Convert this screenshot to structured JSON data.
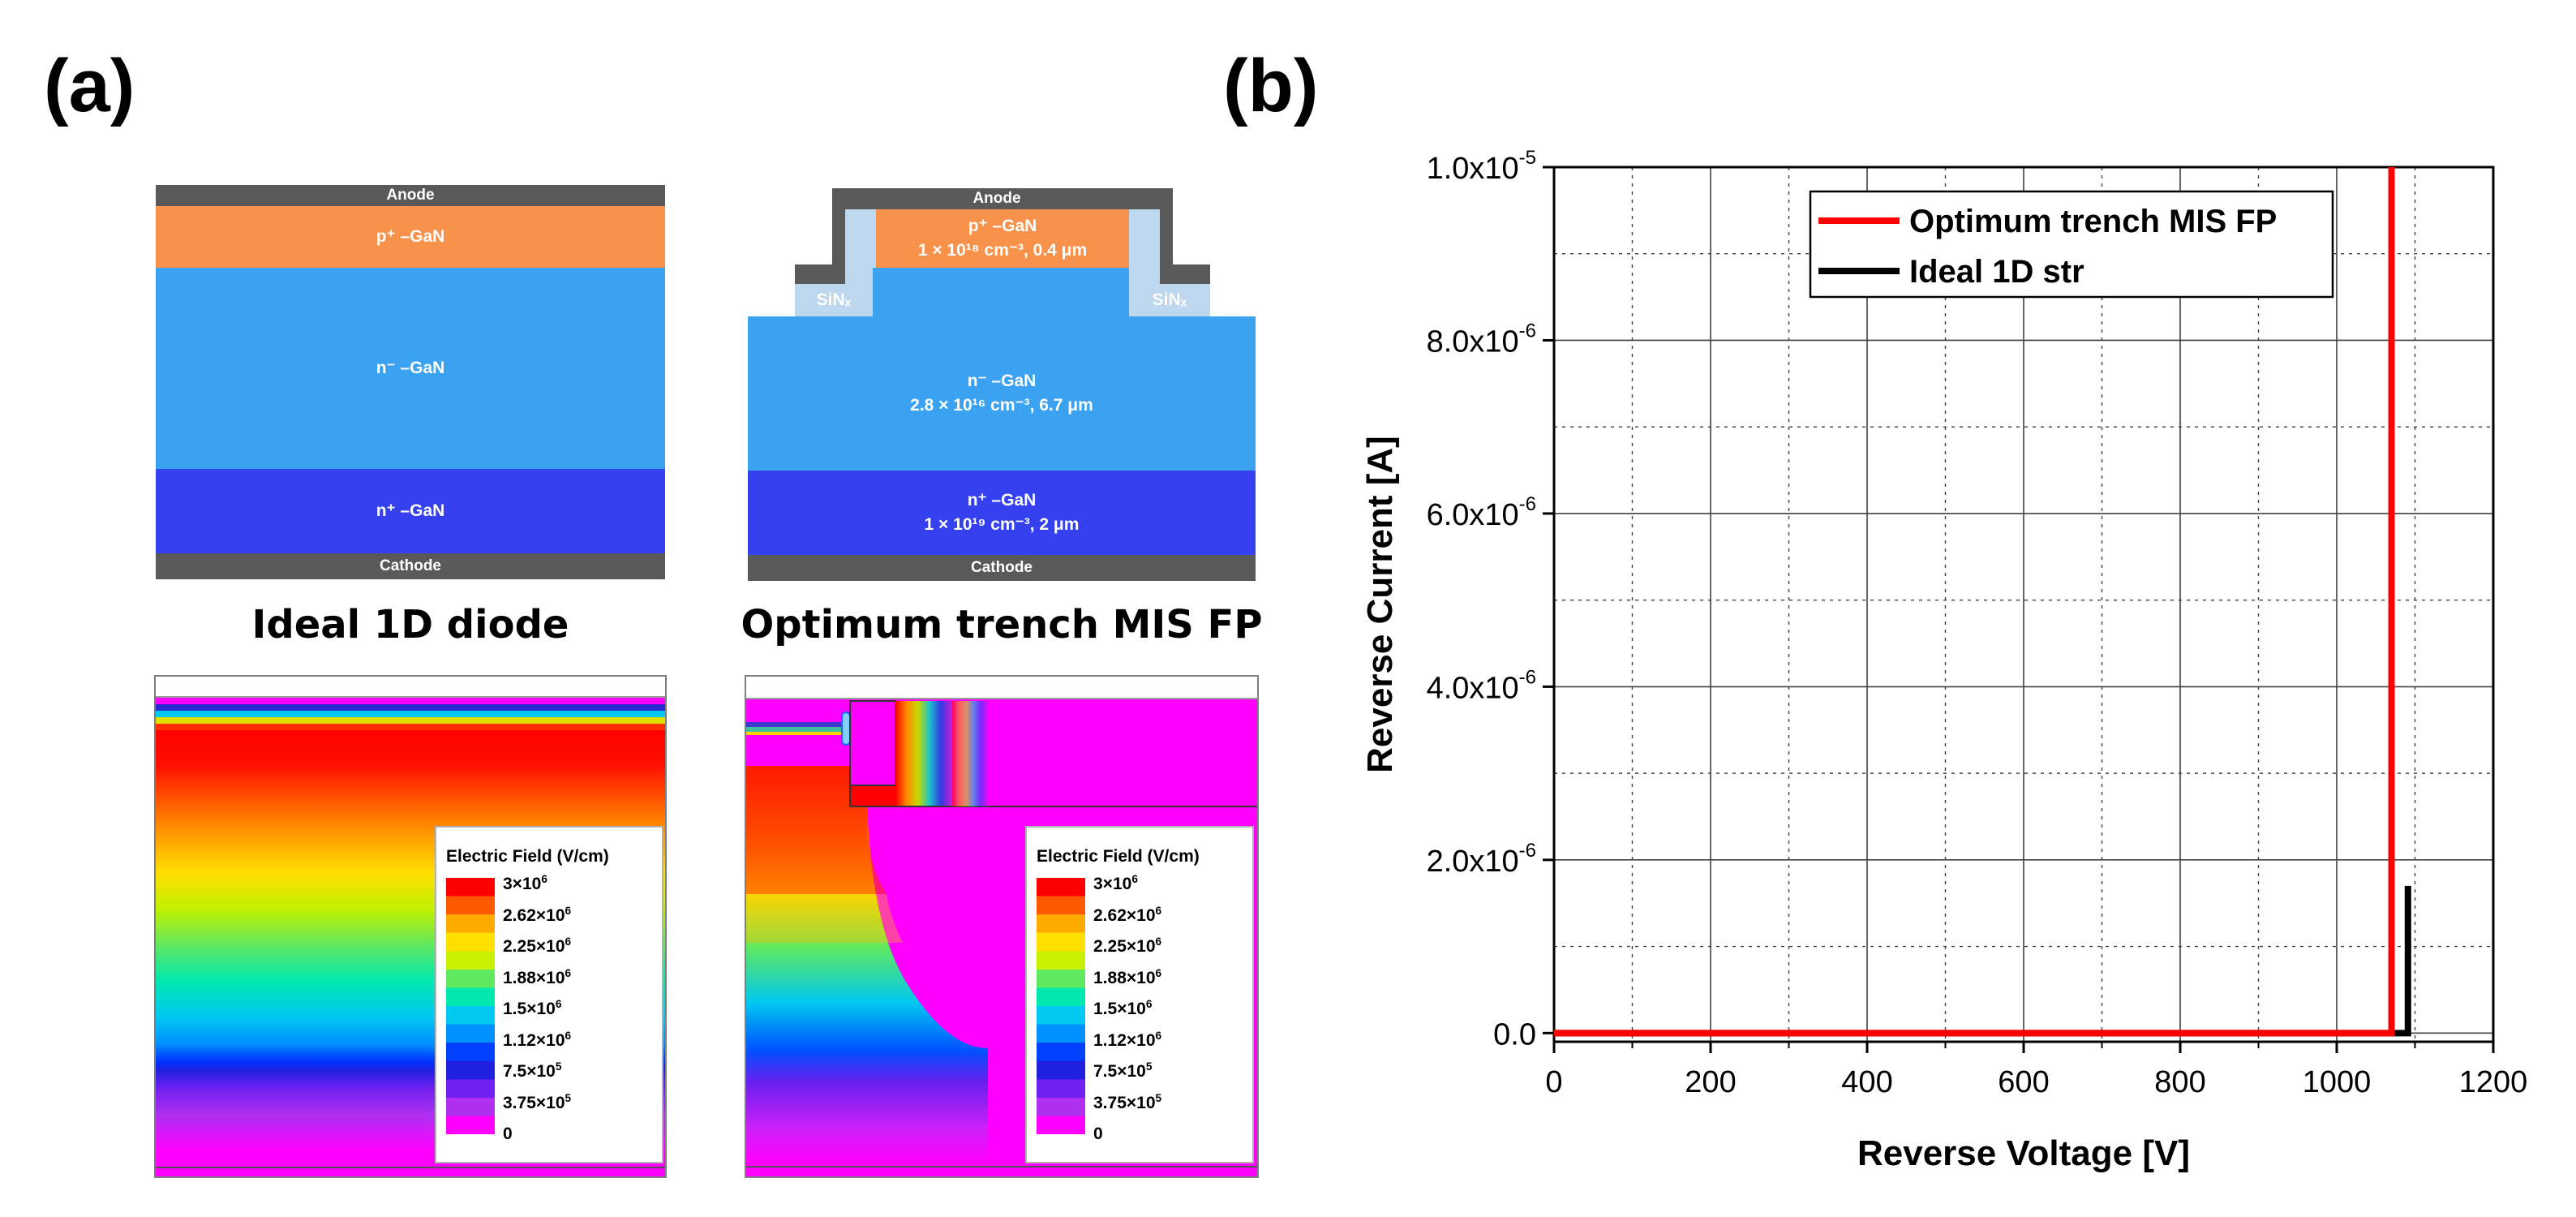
{
  "panels": {
    "a_label": "(a)",
    "b_label": "(b)"
  },
  "ideal_structure": {
    "anode": "Anode",
    "p_gan": "p⁺ –GaN",
    "n_minus_gan": "n⁻ –GaN",
    "n_plus_gan": "n⁺ –GaN",
    "cathode": "Cathode",
    "caption": "Ideal 1D diode"
  },
  "trench_structure": {
    "anode": "Anode",
    "p_gan": "p⁺ –GaN",
    "p_gan_spec": "1 × 10¹⁸ cm⁻³, 0.4 μm",
    "sin_left": "SiNₓ",
    "sin_right": "SiNₓ",
    "n_minus_gan": "n⁻ –GaN",
    "n_minus_gan_spec": "2.8 × 10¹⁶ cm⁻³, 6.7 μm",
    "n_plus_gan": "n⁺ –GaN",
    "n_plus_gan_spec": "1 × 10¹⁹ cm⁻³, 2 μm",
    "cathode": "Cathode",
    "caption": "Optimum trench MIS FP"
  },
  "field_legend": {
    "title": "Electric Field (V/cm)",
    "ticks": [
      {
        "mantissa": "3×10",
        "exp": "6"
      },
      {
        "mantissa": "2.62×10",
        "exp": "6"
      },
      {
        "mantissa": "2.25×10",
        "exp": "6"
      },
      {
        "mantissa": "1.88×10",
        "exp": "6"
      },
      {
        "mantissa": "1.5×10",
        "exp": "6"
      },
      {
        "mantissa": "1.12×10",
        "exp": "6"
      },
      {
        "mantissa": "7.5×10",
        "exp": "5"
      },
      {
        "mantissa": "3.75×10",
        "exp": "5"
      },
      {
        "mantissa": "0",
        "exp": ""
      }
    ],
    "colors": [
      "#ff0000",
      "#ff5a00",
      "#ffaa00",
      "#ffe000",
      "#c8f000",
      "#60e860",
      "#00e8b0",
      "#00c8f0",
      "#0090ff",
      "#0040ff",
      "#2020e0",
      "#7020f0",
      "#b030f0",
      "#ff00ff"
    ]
  },
  "chart_data": {
    "type": "line",
    "xlabel": "Reverse Voltage [V]",
    "ylabel": "Reverse Current [A]",
    "xlim": [
      0,
      1200
    ],
    "ylim": [
      -1e-07,
      1e-05
    ],
    "x_ticks": [
      "0",
      "200",
      "400",
      "600",
      "800",
      "1000",
      "1200"
    ],
    "y_ticks": [
      {
        "value": 0,
        "mantissa": "0.0",
        "exp": ""
      },
      {
        "value": 2e-06,
        "mantissa": "2.0x10",
        "exp": "-6"
      },
      {
        "value": 4e-06,
        "mantissa": "4.0x10",
        "exp": "-6"
      },
      {
        "value": 6e-06,
        "mantissa": "6.0x10",
        "exp": "-6"
      },
      {
        "value": 8e-06,
        "mantissa": "8.0x10",
        "exp": "-6"
      },
      {
        "value": 1e-05,
        "mantissa": "1.0x10",
        "exp": "-5"
      }
    ],
    "grid": true,
    "legend_position": "top-right",
    "series": [
      {
        "name": "Optimum trench MIS FP",
        "color": "#ff0000",
        "x": [
          0,
          1068,
          1070,
          1070
        ],
        "y": [
          0,
          0,
          0,
          1e-05
        ]
      },
      {
        "name": "Ideal 1D str",
        "color": "#000000",
        "x": [
          0,
          1088,
          1091,
          1091
        ],
        "y": [
          0,
          0,
          0,
          1.7e-06
        ]
      }
    ]
  }
}
